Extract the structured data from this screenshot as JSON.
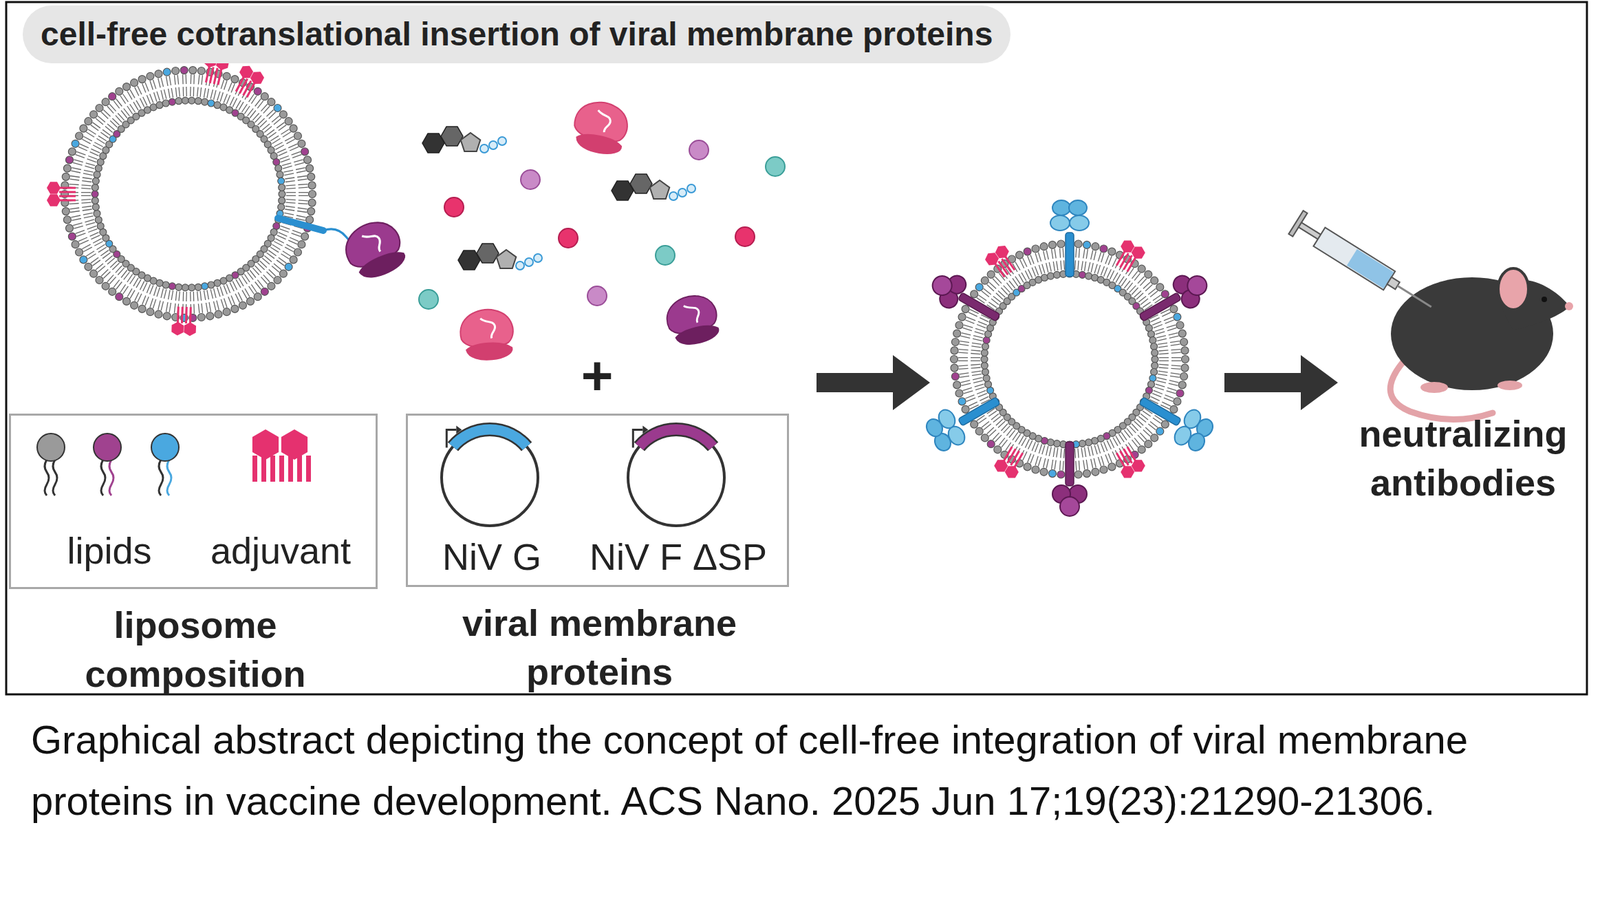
{
  "diagram": {
    "title": "cell-free cotranslational insertion of viral membrane proteins",
    "caption": "Graphical abstract depicting the concept of cell-free integration of viral membrane proteins in vaccine development. ACS Nano. 2025 Jun 17;19(23):21290-21306.",
    "nodes": [
      {
        "text": [
          "lipids",
          "adjuvant",
          "liposome composition"
        ]
      },
      {
        "text": [
          "NiV G",
          "NiV F ΔSP",
          "viral membrane proteins"
        ]
      }
    ],
    "labels": [
      "+",
      "neutralizing antibodies"
    ]
  }
}
